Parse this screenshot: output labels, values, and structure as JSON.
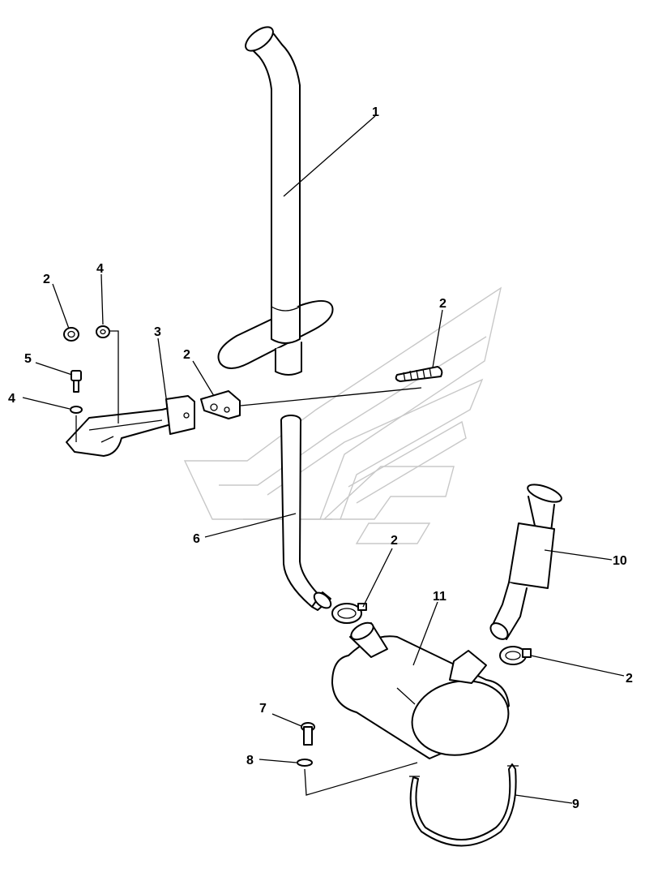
{
  "callouts": {
    "c1": "1",
    "c2a": "2",
    "c4a": "4",
    "c2b": "2",
    "c3": "3",
    "c2c": "2",
    "c5": "5",
    "c4b": "4",
    "c6": "6",
    "c2d": "2",
    "c11": "11",
    "c10": "10",
    "c2e": "2",
    "c7": "7",
    "c8": "8",
    "c9": "9"
  },
  "colors": {
    "line": "#000000",
    "watermark": "#c8c8c8",
    "background": "#ffffff"
  }
}
